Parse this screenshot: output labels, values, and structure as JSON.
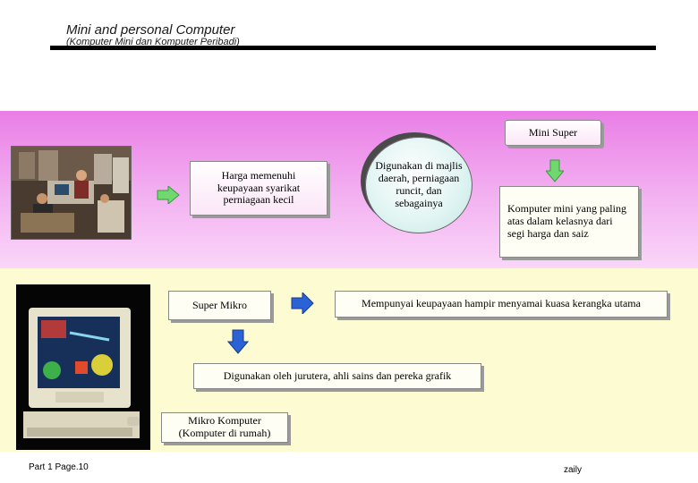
{
  "header": {
    "title": "Mini and personal Computer",
    "subtitle": "(Komputer Mini dan Komputer Peribadi)"
  },
  "nodes": {
    "mini_super": "Mini Super",
    "harga": "Harga memenuhi keupayaan syarikat perniagaan kecil",
    "digunakan": "Digunakan di majlis daerah, perniagaan runcit, dan sebagainya",
    "komputer_mini": "Komputer mini yang paling atas dalam kelasnya dari segi harga dan saiz",
    "super_mikro": "Super Mikro",
    "mempunyai": "Mempunyai keupayaan hampir menyamai kuasa kerangka utama",
    "jurutera": "Digunakan oleh jurutera, ahli sains dan pereka grafik",
    "mikro": "Mikro Komputer (Komputer di rumah)"
  },
  "footer": {
    "page": "Part 1 Page.10",
    "author": "zaily"
  },
  "colors": {
    "pink_band": "#f3b2f1",
    "cream_band": "#fdfbd2",
    "green_arrow": "#6fd86f",
    "blue_arrow": "#2b62d6"
  },
  "icons": [
    "office-photo-image",
    "workstation-photo-image",
    "green-arrow-icon",
    "blue-arrow-icon"
  ]
}
